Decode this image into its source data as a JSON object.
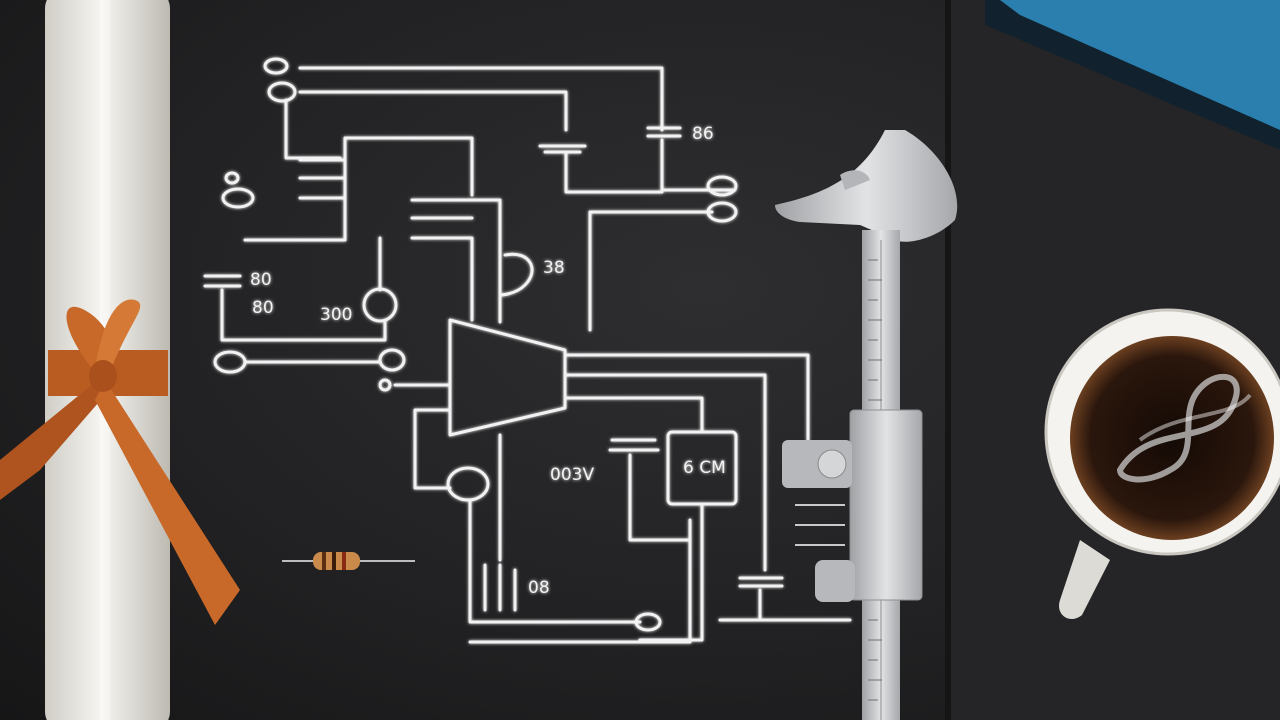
{
  "schematic": {
    "labels": [
      "86",
      "80",
      "80",
      "300",
      "38",
      "003V",
      "6 CM",
      "08"
    ]
  },
  "colors": {
    "board": "#232325",
    "chalk": "#f2f2f2",
    "ribbon": "#c8692a",
    "paper": "#ecebe6",
    "blue_book": "#2a7fae",
    "coffee": "#2a160c",
    "cup": "#f4f3ef",
    "caliper": "#c9cacc",
    "resistor": "#c98a4b"
  }
}
